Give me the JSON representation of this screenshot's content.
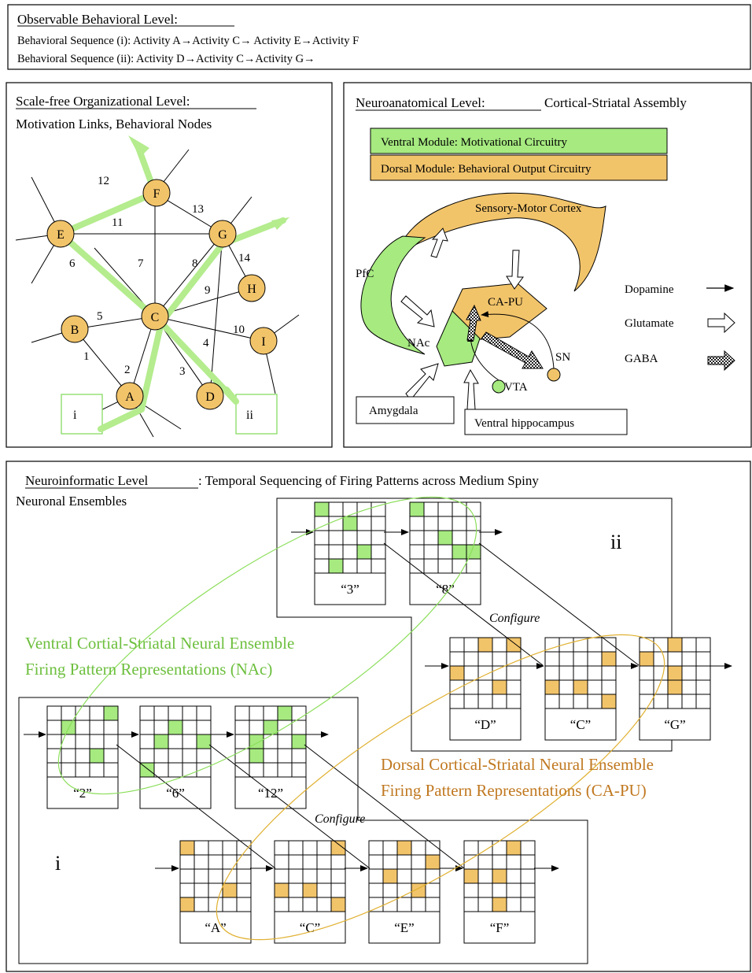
{
  "top": {
    "title": "Observable Behavioral Level:",
    "seq_i": "Behavioral Sequence (i):   Activity A→Activity C→ Activity E→Activity F",
    "seq_ii": "Behavioral Sequence (ii):  Activity D→Activity C→Activity G→"
  },
  "network": {
    "title": "Scale-free Organizational Level:",
    "subtitle": "Motivation Links, Behavioral Nodes",
    "nodes": [
      {
        "id": "F",
        "label": "F"
      },
      {
        "id": "E",
        "label": "E"
      },
      {
        "id": "G",
        "label": "G"
      },
      {
        "id": "H",
        "label": "H"
      },
      {
        "id": "C",
        "label": "C"
      },
      {
        "id": "B",
        "label": "B"
      },
      {
        "id": "I",
        "label": "I"
      },
      {
        "id": "A",
        "label": "A"
      },
      {
        "id": "D",
        "label": "D"
      }
    ],
    "edge_labels": [
      "12",
      "11",
      "13",
      "6",
      "7",
      "8",
      "14",
      "9",
      "5",
      "10",
      "4",
      "1",
      "2",
      "3"
    ],
    "box_i": "i",
    "box_ii": "ii"
  },
  "neuro": {
    "title": "Neuroanatomical Level:",
    "title2": "Cortical-Striatal Assembly",
    "ventral_module": "Ventral Module: Motivational Circuitry",
    "dorsal_module": "Dorsal Module: Behavioral Output Circuitry",
    "cortex": "Sensory-Motor Cortex",
    "pfc": "PfC",
    "capu": "CA-PU",
    "nac": "NAc",
    "sn": "SN",
    "vta": "VTA",
    "amygdala": "Amygdala",
    "hippocampus": "Ventral hippocampus",
    "legend": {
      "dopamine": "Dopamine",
      "glutamate": "Glutamate",
      "gaba": "GABA"
    },
    "colors": {
      "green": "#a6ea80",
      "orange": "#f2c46a"
    }
  },
  "informatic": {
    "title": "Neuroinformatic Level",
    "title_rest": ": Temporal Sequencing of Firing Patterns across Medium Spiny",
    "title_line2": "Neuronal Ensembles",
    "ii_label": "ii",
    "i_label": "i",
    "configure": "Configure",
    "ventral_caption_1": "Ventral Cortial-Striatal Neural Ensemble",
    "ventral_caption_2": "Firing Pattern Representations (NAc)",
    "dorsal_caption_1": "Dorsal Cortical-Striatal Neural Ensemble",
    "dorsal_caption_2": "Firing Pattern Representations (CA-PU)",
    "seq_ii_ventral": [
      "“3”",
      "“8”"
    ],
    "seq_ii_dorsal": [
      "“D”",
      "“C”",
      "“G”"
    ],
    "seq_i_ventral": [
      "“2”",
      "“6”",
      "“12”"
    ],
    "seq_i_dorsal": [
      "“A”",
      "“C”",
      "“E”",
      "“F”"
    ]
  }
}
